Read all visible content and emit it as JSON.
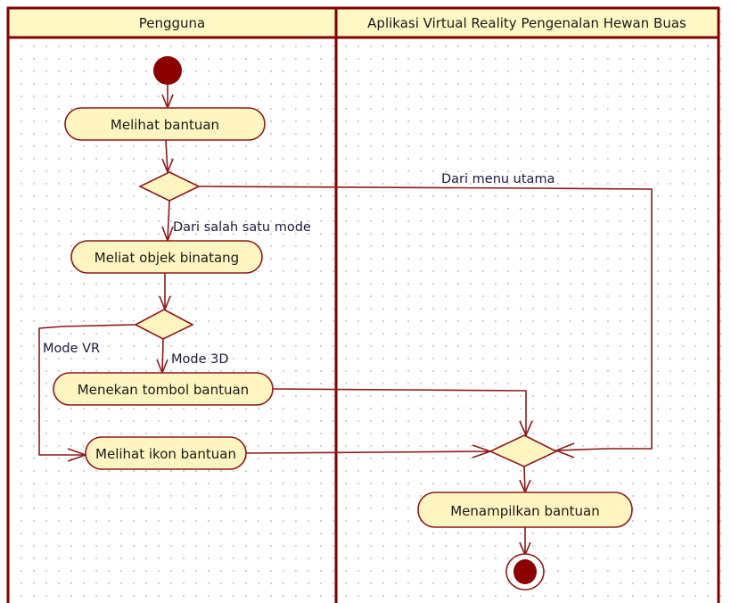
{
  "diagram": {
    "type": "uml-activity-diagram",
    "colors": {
      "frame": "#800000",
      "node_fill": "#fff5c0",
      "header_fill": "#fff8c4",
      "initial_node": "#8b0000"
    },
    "lanes": [
      {
        "id": "lane-user",
        "title": "Pengguna"
      },
      {
        "id": "lane-app",
        "title": "Aplikasi Virtual Reality Pengenalan Hewan Buas"
      }
    ],
    "nodes": {
      "start": {
        "kind": "initial",
        "lane": "Pengguna"
      },
      "melihat_bantuan": {
        "kind": "action",
        "label": "Melihat bantuan",
        "lane": "Pengguna"
      },
      "decision_1": {
        "kind": "decision",
        "lane": "Pengguna"
      },
      "meliat_objek": {
        "kind": "action",
        "label": "Meliat objek binatang",
        "lane": "Pengguna"
      },
      "decision_2": {
        "kind": "decision",
        "lane": "Pengguna"
      },
      "menekan_tombol": {
        "kind": "action",
        "label": "Menekan tombol bantuan",
        "lane": "Pengguna"
      },
      "melihat_ikon": {
        "kind": "action",
        "label": "Melihat ikon bantuan",
        "lane": "Pengguna"
      },
      "merge": {
        "kind": "merge",
        "lane": "Aplikasi Virtual Reality Pengenalan Hewan Buas"
      },
      "menampilkan": {
        "kind": "action",
        "label": "Menampilkan bantuan",
        "lane": "Aplikasi Virtual Reality Pengenalan Hewan Buas"
      },
      "end": {
        "kind": "final",
        "lane": "Aplikasi Virtual Reality Pengenalan Hewan Buas"
      }
    },
    "edges": [
      {
        "from": "start",
        "to": "melihat_bantuan",
        "guard": ""
      },
      {
        "from": "melihat_bantuan",
        "to": "decision_1",
        "guard": ""
      },
      {
        "from": "decision_1",
        "to": "meliat_objek",
        "guard": "Dari salah satu mode"
      },
      {
        "from": "decision_1",
        "to": "merge",
        "guard": "Dari menu utama"
      },
      {
        "from": "meliat_objek",
        "to": "decision_2",
        "guard": ""
      },
      {
        "from": "decision_2",
        "to": "menekan_tombol",
        "guard": "Mode 3D"
      },
      {
        "from": "decision_2",
        "to": "melihat_ikon",
        "guard": "Mode VR"
      },
      {
        "from": "menekan_tombol",
        "to": "merge",
        "guard": ""
      },
      {
        "from": "melihat_ikon",
        "to": "merge",
        "guard": ""
      },
      {
        "from": "merge",
        "to": "menampilkan",
        "guard": ""
      },
      {
        "from": "menampilkan",
        "to": "end",
        "guard": ""
      }
    ]
  }
}
